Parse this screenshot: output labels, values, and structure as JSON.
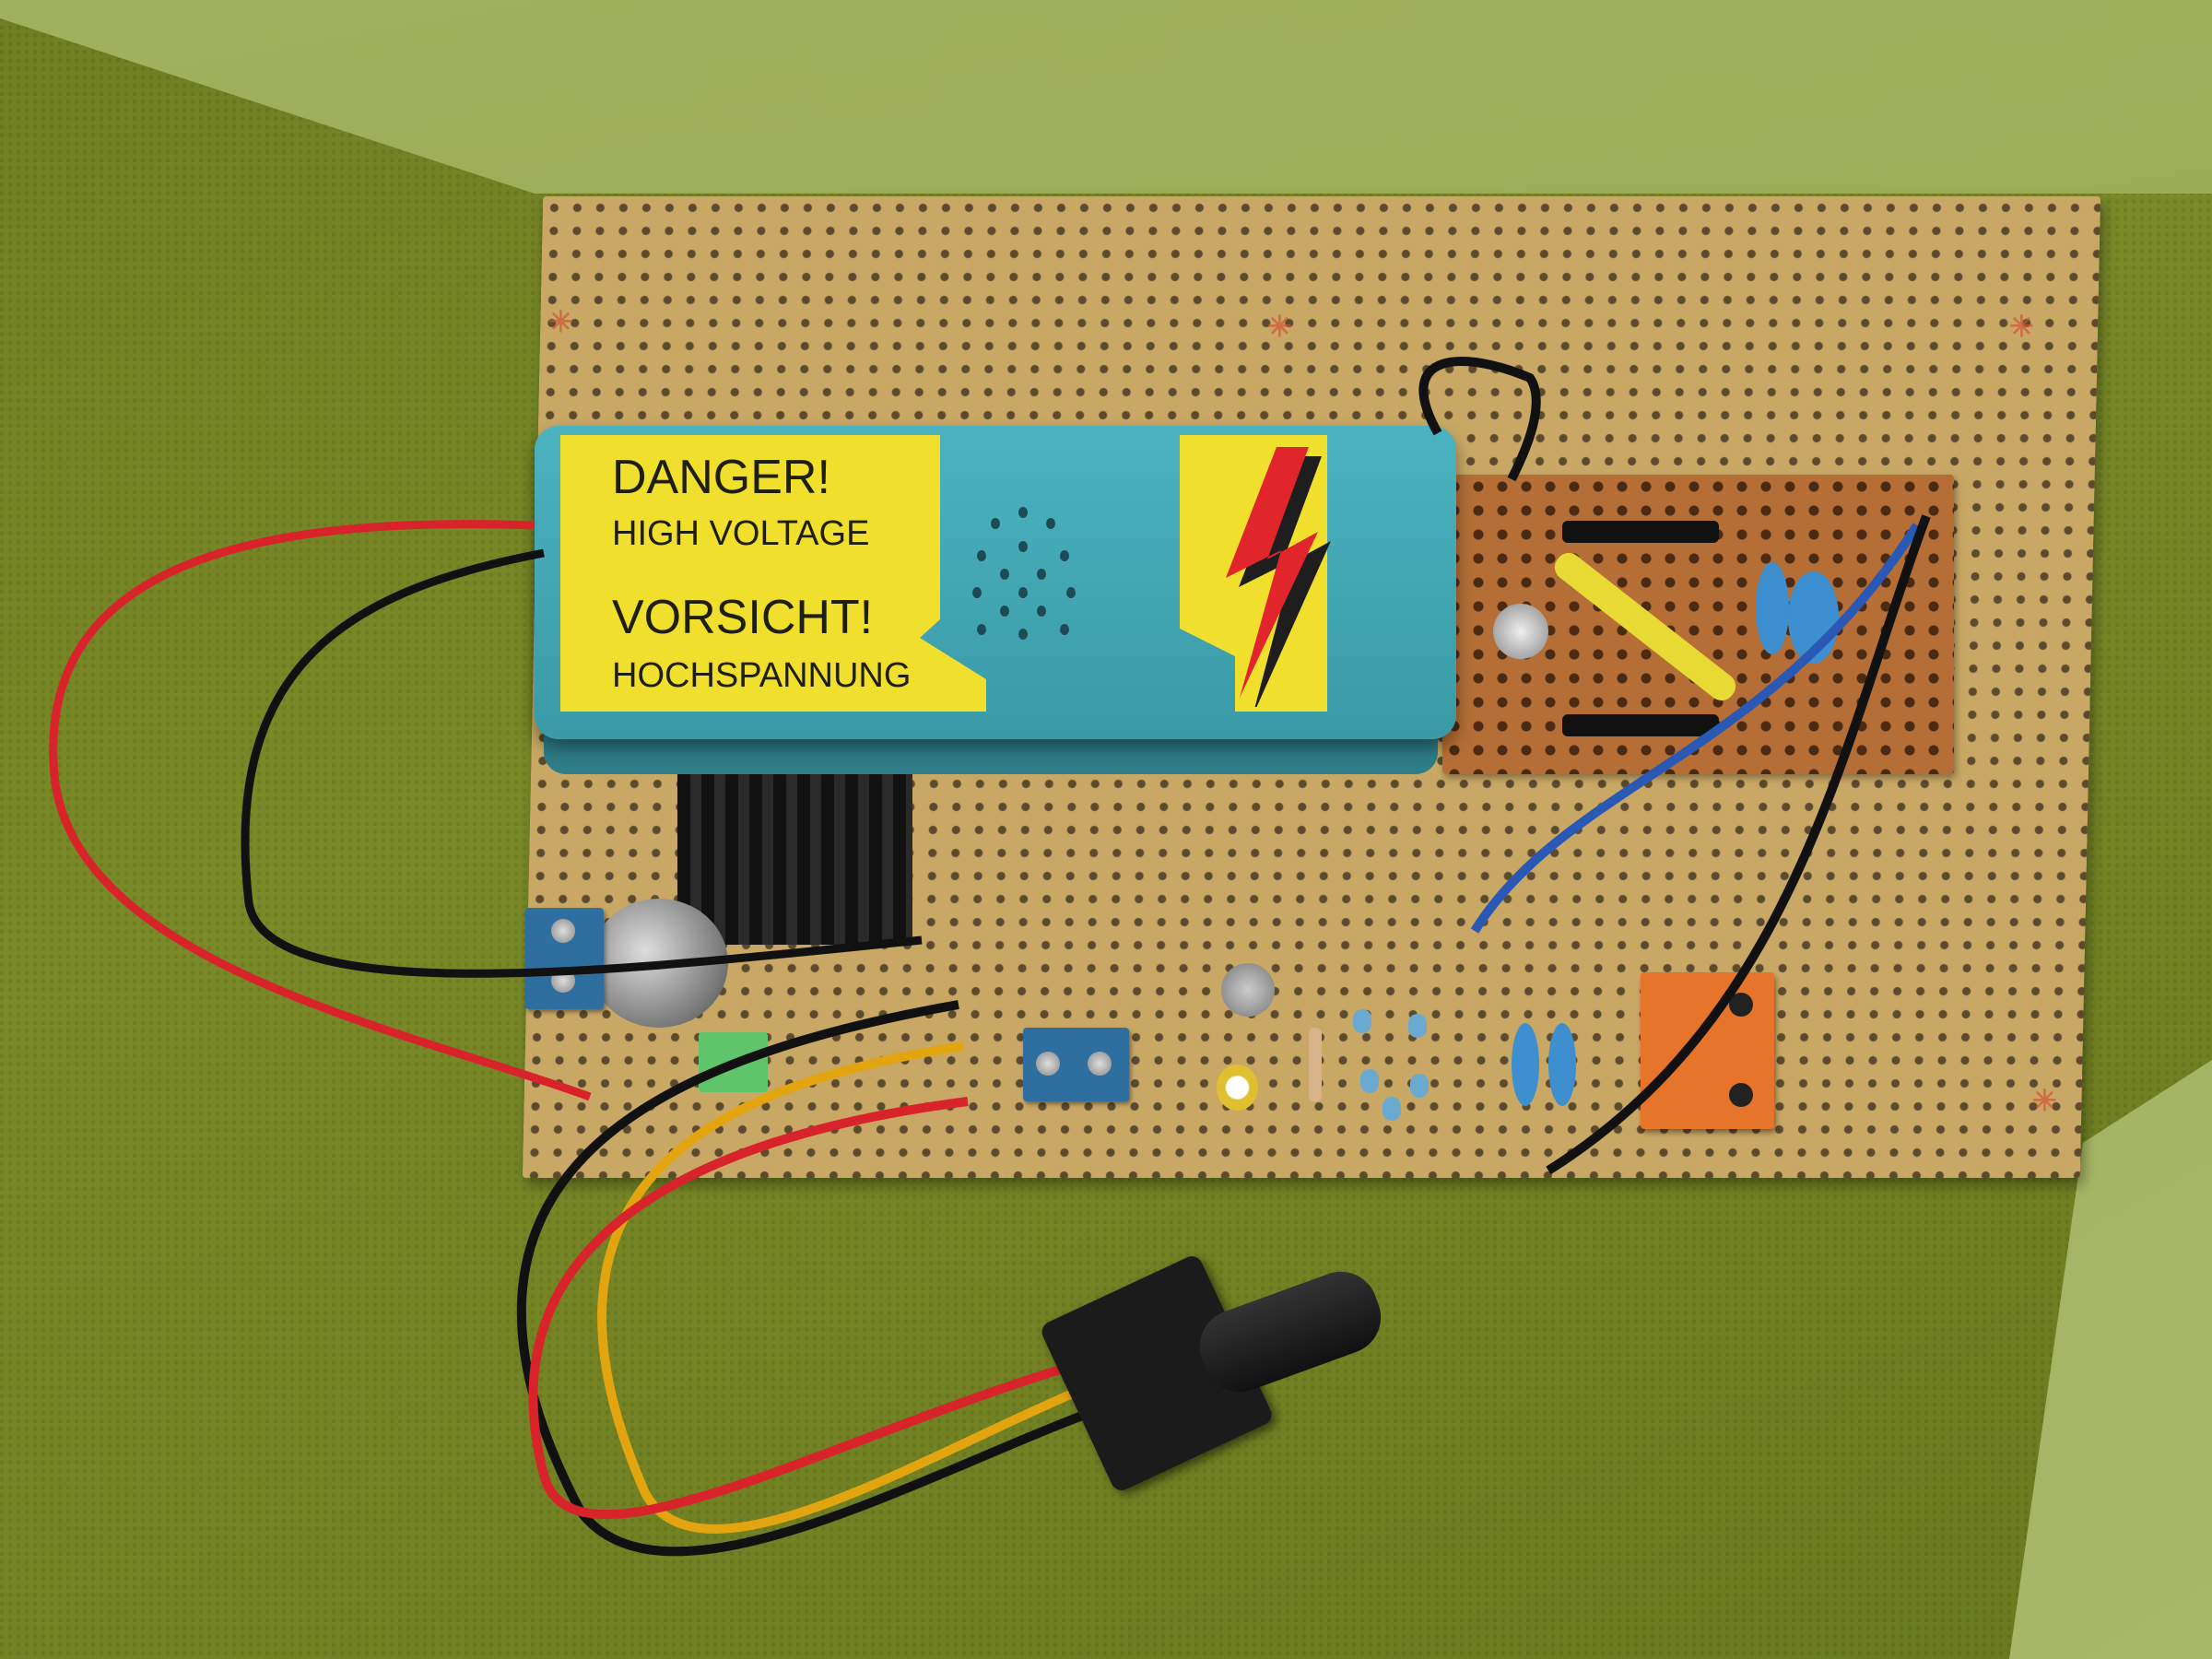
{
  "scene": {
    "description": "Photograph of a hand-built high-voltage circuit on perfboard resting on green carpet",
    "colors": {
      "carpet_dark": "#6f7f22",
      "carpet_light": "#a1b05c",
      "perfboard": "#c9a865",
      "subboard": "#b56e35",
      "module_box": "#4bb3c0",
      "label_yellow": "#f1df2e",
      "bolt_red": "#e0262a"
    }
  },
  "hv_module": {
    "label": {
      "line1_en": "DANGER!",
      "line2_en": "HIGH VOLTAGE",
      "line3_de": "VORSICHT!",
      "line4_de": "HOCHSPANNUNG"
    },
    "icon": "lightning-bolt-icon"
  },
  "components": [
    {
      "name": "hv-module-box"
    },
    {
      "name": "hv-multiplier-subboard"
    },
    {
      "name": "heatsink-regulator"
    },
    {
      "name": "electrolytic-capacitor"
    },
    {
      "name": "blue-screw-terminal-power"
    },
    {
      "name": "blue-screw-terminal-middle"
    },
    {
      "name": "orange-screw-terminal-output"
    },
    {
      "name": "metal-can-transistor"
    },
    {
      "name": "small-electrolytic-capacitor"
    },
    {
      "name": "potentiometer"
    }
  ],
  "wires": [
    "red",
    "black",
    "yellow",
    "blue"
  ]
}
